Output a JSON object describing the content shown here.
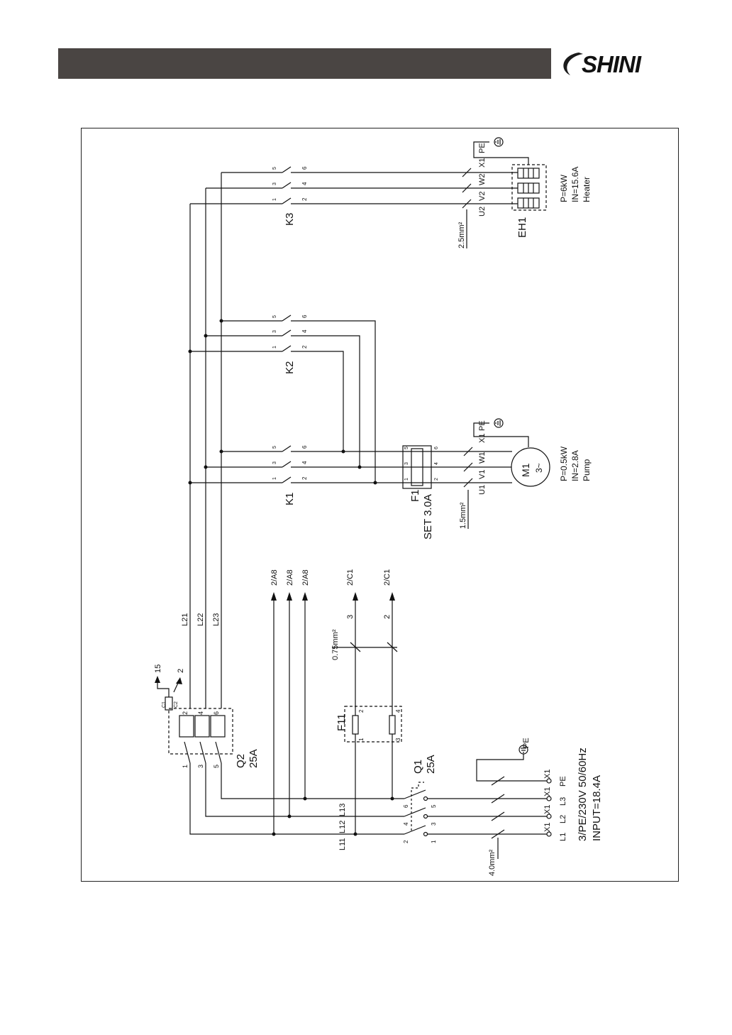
{
  "brand": {
    "logo_text": "SHINI",
    "header_color": "#4a4543"
  },
  "supply": {
    "terminals": [
      "X1",
      "X1",
      "X1",
      "X1"
    ],
    "phases": [
      "L1",
      "L2",
      "L3",
      "PE"
    ],
    "rating": "3/PE/230V 50/60Hz",
    "input": "INPUT=18.4A",
    "wire": "4.0mm²",
    "pe": "PE"
  },
  "q1": {
    "name": "Q1",
    "rating": "25A",
    "terms": [
      "1",
      "2",
      "3",
      "4",
      "5",
      "6"
    ]
  },
  "bus_labels": [
    "L11",
    "L12",
    "L13"
  ],
  "f11": {
    "name": "F11",
    "terms": [
      "1",
      "2",
      "3",
      "4"
    ]
  },
  "control": {
    "wire": "0.75mm²",
    "lines": [
      "3",
      "2"
    ],
    "refs": [
      "2/C1",
      "2/C1"
    ]
  },
  "refs_a8": [
    "2/A8",
    "2/A8",
    "2/A8"
  ],
  "q2": {
    "name": "Q2",
    "rating": "25A",
    "terms": [
      "1",
      "2",
      "3",
      "4",
      "5",
      "6"
    ],
    "aux": [
      "C1",
      "C2"
    ],
    "aux_refs": [
      "15",
      "2"
    ]
  },
  "q2_out": [
    "L21",
    "L22",
    "L23"
  ],
  "k1": {
    "name": "K1",
    "top": [
      "1",
      "3",
      "5"
    ],
    "bot": [
      "2",
      "4",
      "6"
    ]
  },
  "k2": {
    "name": "K2",
    "top": [
      "1",
      "3",
      "5"
    ],
    "bot": [
      "2",
      "4",
      "6"
    ]
  },
  "k3": {
    "name": "K3",
    "top": [
      "1",
      "3",
      "5"
    ],
    "bot": [
      "2",
      "4",
      "6"
    ]
  },
  "f1": {
    "name": "F1",
    "set": "SET 3.0A",
    "top": [
      "1",
      "3",
      "5"
    ],
    "bot": [
      "2",
      "4",
      "6"
    ]
  },
  "motor": {
    "name": "M1",
    "symbol": "3~",
    "terms": [
      "U1",
      "V1",
      "W1",
      "X1",
      "PE"
    ],
    "wire": "1.5mm²",
    "spec": [
      "P=0.5kW",
      "IN=2.8A",
      "Pump"
    ]
  },
  "heater": {
    "name": "EH1",
    "terms": [
      "U2",
      "V2",
      "W2",
      "X1",
      "PE"
    ],
    "wire": "2.5mm²",
    "spec": [
      "P=6kW",
      "IN=15.6A",
      "Heater"
    ]
  }
}
